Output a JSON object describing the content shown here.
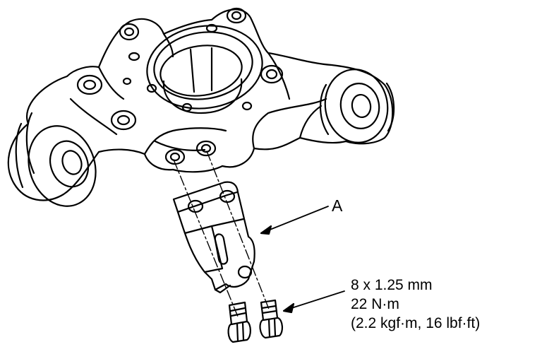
{
  "diagram": {
    "callout_label": "A",
    "spec": {
      "bolt_size": "8 x 1.25 mm",
      "torque_nm": "22 N·m",
      "torque_alt": "(2.2 kgf·m, 16 lbf·ft)"
    },
    "colors": {
      "line": "#000000",
      "background": "#ffffff"
    }
  }
}
